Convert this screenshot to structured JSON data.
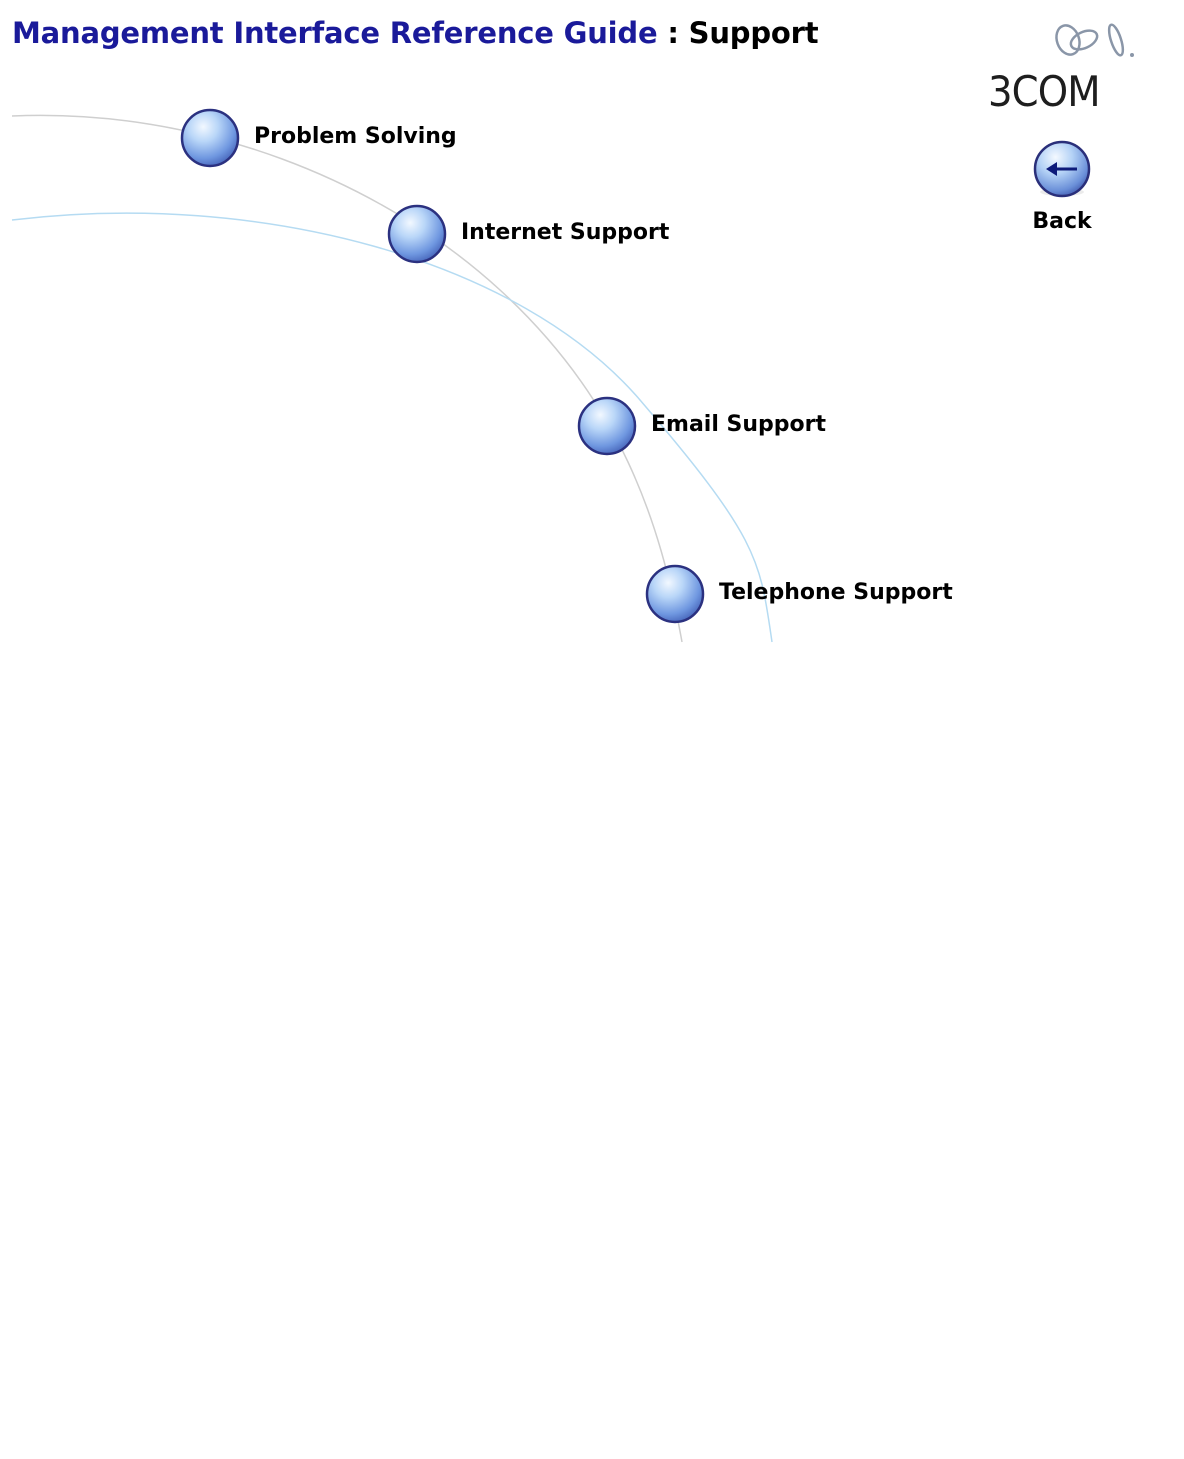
{
  "header": {
    "guide_title": "Management Interface Reference Guide",
    "separator": " : ",
    "section_title": "Support"
  },
  "logo": {
    "text": "3COM",
    "icon": "3com-rings-logo-icon"
  },
  "back": {
    "label": "Back",
    "icon": "left-arrow-icon"
  },
  "nav_items": [
    {
      "label": "Problem Solving",
      "icon": "blue-orb-icon"
    },
    {
      "label": "Internet Support",
      "icon": "blue-orb-icon"
    },
    {
      "label": "Email Support",
      "icon": "blue-orb-icon"
    },
    {
      "label": "Telephone Support",
      "icon": "blue-orb-icon"
    }
  ],
  "colors": {
    "title_blue": "#1a1a9a",
    "orb_light": "#d9ebff",
    "orb_mid": "#8fb8f0",
    "orb_dark": "#2a3a8c",
    "arc_gray": "#c8c8c8",
    "arc_blue": "#a9d3ee"
  }
}
